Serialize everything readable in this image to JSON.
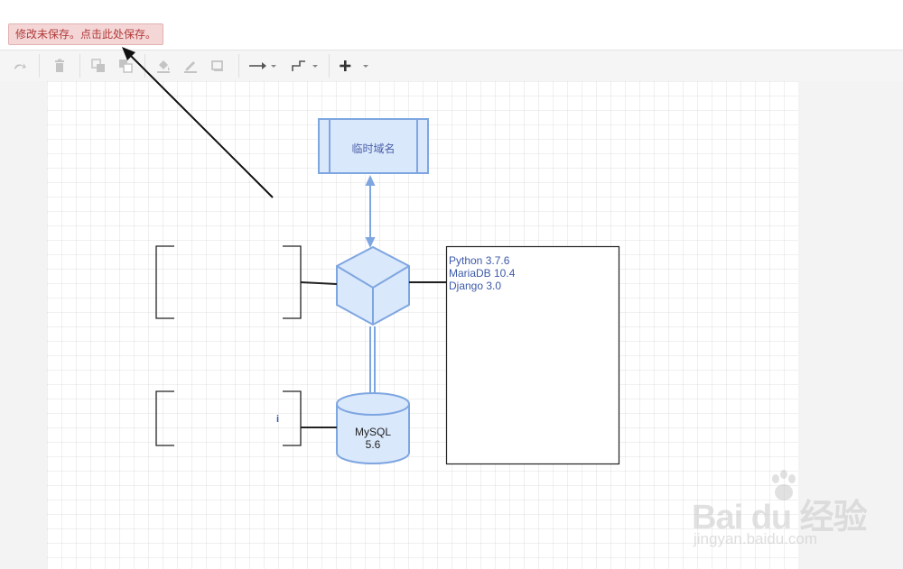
{
  "notice": {
    "unsaved_text": "修改未保存。点击此处保存。"
  },
  "toolbar": {
    "items": [
      {
        "name": "redo",
        "icon": "redo-icon",
        "state": "disabled"
      },
      {
        "name": "delete",
        "icon": "trash-icon",
        "state": "disabled"
      },
      {
        "name": "to-front",
        "icon": "bring-to-front-icon",
        "state": "disabled"
      },
      {
        "name": "to-back",
        "icon": "send-to-back-icon",
        "state": "disabled"
      },
      {
        "name": "fill-color",
        "icon": "fill-bucket-icon",
        "state": "disabled"
      },
      {
        "name": "line-color",
        "icon": "pencil-icon",
        "state": "disabled"
      },
      {
        "name": "shadow",
        "icon": "shadow-icon",
        "state": "disabled"
      },
      {
        "name": "connection",
        "icon": "arrow-right-icon",
        "state": "enabled"
      },
      {
        "name": "waypoints",
        "icon": "waypoint-icon",
        "state": "enabled"
      },
      {
        "name": "insert",
        "icon": "plus-icon",
        "state": "enabled"
      }
    ]
  },
  "diagram": {
    "temp_domain_label": "临时域名",
    "mysql_label_line1": "MySQL",
    "mysql_label_line2": "5.6",
    "notes_lines": [
      "Python 3.7.6",
      "MariaDB 10.4",
      "Django 3.0"
    ],
    "partial_text": "i"
  },
  "watermark": {
    "brand": "Bai du 经验",
    "url": "jingyan.baidu.com"
  },
  "colors": {
    "shape_fill": "#dae8fc",
    "shape_stroke": "#7ea6e0",
    "connector_blue": "#7ea6e0",
    "notice_bg": "#f4d6d6",
    "notice_text": "#b23a3a"
  }
}
